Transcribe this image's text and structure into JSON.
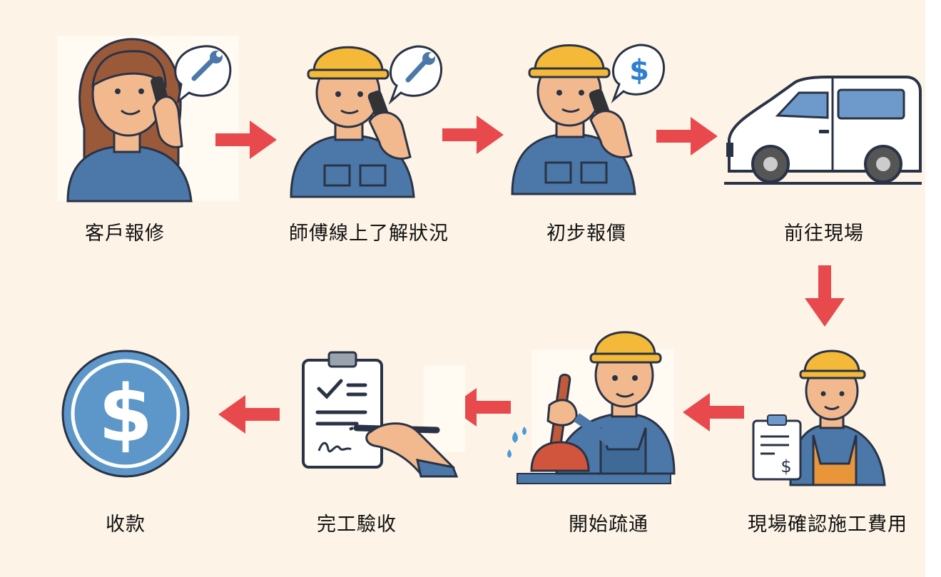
{
  "steps": [
    {
      "id": 1,
      "label": "客戶報修",
      "icon": "woman-phone-wrench-icon"
    },
    {
      "id": 2,
      "label": "師傅線上了解狀況",
      "icon": "worker-phone-wrench-icon"
    },
    {
      "id": 3,
      "label": "初步報價",
      "icon": "worker-phone-dollar-icon"
    },
    {
      "id": 4,
      "label": "前往現場",
      "icon": "van-icon"
    },
    {
      "id": 5,
      "label": "現場確認施工費用",
      "icon": "worker-clipboard-icon"
    },
    {
      "id": 6,
      "label": "開始疏通",
      "icon": "worker-plunger-icon"
    },
    {
      "id": 7,
      "label": "完工驗收",
      "icon": "clipboard-sign-icon"
    },
    {
      "id": 8,
      "label": "收款",
      "icon": "dollar-coin-icon"
    }
  ],
  "colors": {
    "background": "#fdf4e7",
    "arrow": "#e8494d",
    "outline": "#2a3346",
    "shirt": "#4b78a8",
    "helmet": "#f4b938",
    "skin": "#f2b98e",
    "hair": "#9a5a3a",
    "coin": "#5d96c8"
  }
}
